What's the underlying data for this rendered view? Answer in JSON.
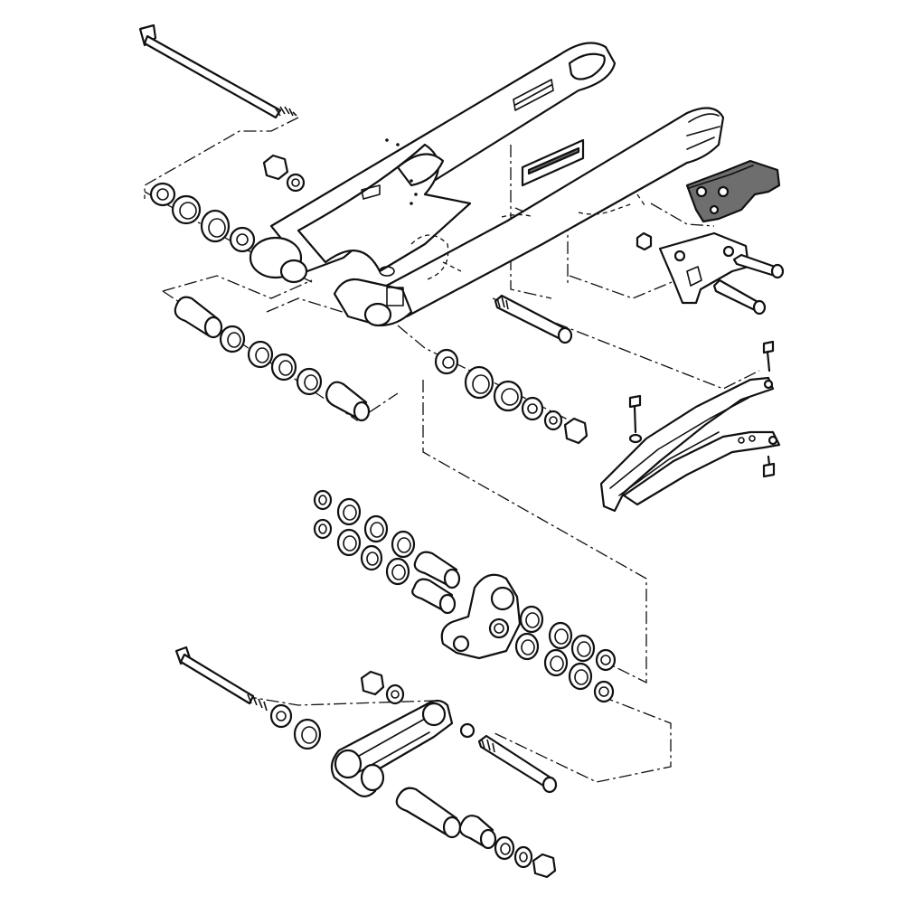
{
  "diagram": {
    "type": "exploded-parts-view",
    "colors": {
      "line": "#111111",
      "background": "#ffffff",
      "highlighted_part": "#6e6e6e"
    },
    "highlighted_part": "chain-guard-bracket",
    "parts": [
      "swingarm",
      "swingarm-pivot-shaft",
      "pivot-nut",
      "pivot-washer",
      "dust-seal",
      "thrust-cover",
      "pivot-collar",
      "needle-bearing",
      "chain-guide",
      "chain-guide-bracket",
      "chain-guard-bracket",
      "bolt",
      "relay-arm",
      "connecting-rod",
      "relay-arm-collar",
      "oil-seal",
      "shock-mount-bolt"
    ]
  }
}
